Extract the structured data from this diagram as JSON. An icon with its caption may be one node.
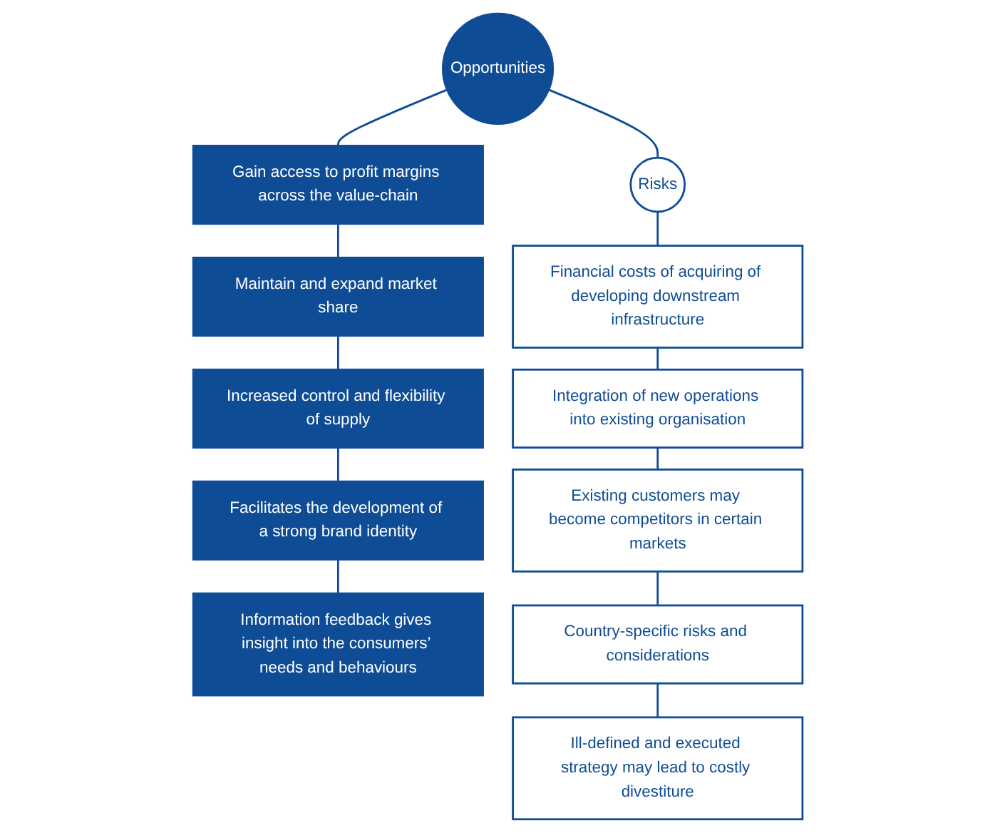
{
  "diagram": {
    "nodes": [
      {
        "text": [
          "Opportunities"
        ]
      },
      {
        "text": [
          "Risks"
        ]
      },
      {
        "text": [
          "Gain access to profit margins across the value-chain"
        ]
      },
      {
        "text": [
          "Maintain and expand market share"
        ]
      },
      {
        "text": [
          "Increased control and flexibility of supply"
        ]
      },
      {
        "text": [
          "Facilitates the development of a strong brand identity"
        ]
      },
      {
        "text": [
          "Information feedback gives insight into the consumers’ needs and behaviours"
        ]
      },
      {
        "text": [
          "Financial costs of acquiring of developing downstream infrastructure"
        ]
      },
      {
        "text": [
          "Integration of new operations into existing organisation"
        ]
      },
      {
        "text": [
          "Existing customers may become competitors in certain markets"
        ]
      },
      {
        "text": [
          "Country-specific risks and considerations"
        ]
      },
      {
        "text": [
          "Ill-defined and executed strategy may lead to costly divestiture"
        ]
      }
    ],
    "edges": [
      {
        "from": 0,
        "to": 2,
        "arrow": "none"
      },
      {
        "from": 2,
        "to": 3,
        "arrow": "none"
      },
      {
        "from": 3,
        "to": 4,
        "arrow": "none"
      },
      {
        "from": 4,
        "to": 5,
        "arrow": "none"
      },
      {
        "from": 5,
        "to": 6,
        "arrow": "none"
      },
      {
        "from": 1,
        "to": 7,
        "arrow": "none"
      },
      {
        "from": 7,
        "to": 8,
        "arrow": "none"
      },
      {
        "from": 8,
        "to": 9,
        "arrow": "none"
      },
      {
        "from": 9,
        "to": 10,
        "arrow": "none"
      },
      {
        "from": 10,
        "to": 11,
        "arrow": "none"
      },
      {
        "from": 0,
        "to": 1,
        "arrow": "none"
      }
    ]
  }
}
